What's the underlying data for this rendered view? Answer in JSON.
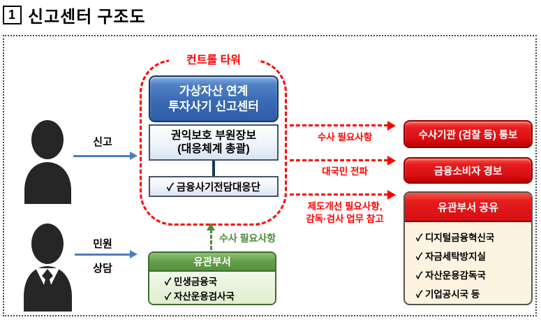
{
  "title": {
    "number": "1",
    "text": "신고센터 구조도"
  },
  "actors": {
    "reporter": {
      "icon": "person-icon"
    },
    "complainant": {
      "icon": "person-suit-icon"
    }
  },
  "input_flows": {
    "report_label": "신고",
    "complaint_label_line1": "민원",
    "complaint_label_line2": "상담"
  },
  "control_tower": {
    "label": "컨트롤 타워",
    "center_box_line1": "가상자산 연계",
    "center_box_line2": "투자사기 신고센터",
    "deputy_box_line1": "권익보호 부원장보",
    "deputy_box_line2": "(대응체계 총괄)",
    "taskforce_box": "✓ 금융사기전담대응단"
  },
  "output_flows": {
    "arrow1_label": "수사 필요사항",
    "arrow2_label": "대국민 전파",
    "arrow3_label_line1": "제도개선 필요사항,",
    "arrow3_label_line2": "감독·검사 업무 참고"
  },
  "output_boxes": {
    "investigation": "수사기관 (검찰 등) 통보",
    "consumer_alert": "금융소비자 경보"
  },
  "shared_panel": {
    "header": "유관부서 공유",
    "items": [
      "✓ 디지털금융혁신국",
      "✓ 자금세탁방지실",
      "✓ 자산운용감독국",
      "✓ 기업공시국 등"
    ]
  },
  "related_dept": {
    "header": "유관부서",
    "items": [
      "✓ 민생금융국",
      "✓ 자산운용검사국"
    ],
    "up_arrow_label": "수사 필요사항"
  },
  "colors": {
    "accent_red": "#ff0000",
    "box_red": "#d80f14",
    "box_blue": "#3a6ab3",
    "box_green": "#66a14c",
    "arrow_blue": "#4a7ebb",
    "cream_body": "#fcf4e0",
    "light_green_body": "#e4f2d9"
  }
}
